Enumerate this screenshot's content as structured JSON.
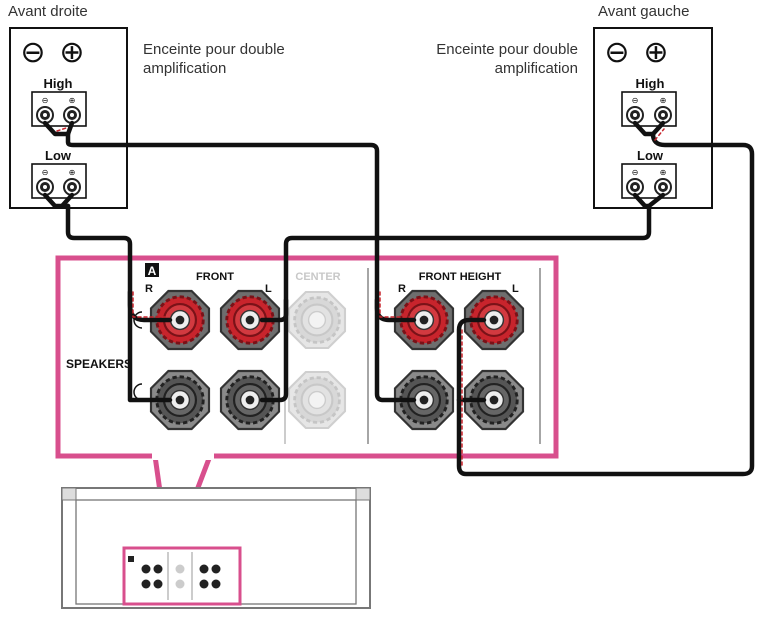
{
  "labels": {
    "front_right": "Avant droite",
    "front_left": "Avant gauche",
    "bi_amp_right_line1": "Enceinte pour double",
    "bi_amp_right_line2": "amplification",
    "bi_amp_left_line1": "Enceinte pour double",
    "bi_amp_left_line2": "amplification"
  },
  "speaker": {
    "minus_symbol": "⊖",
    "plus_symbol": "⊕",
    "high": "High",
    "low": "Low",
    "term_minus": "⊖",
    "term_plus": "⊕"
  },
  "panel": {
    "badge": "A",
    "front": "FRONT",
    "center": "CENTER",
    "front_height": "FRONT HEIGHT",
    "r": "R",
    "l": "L",
    "speakers": "SPEAKERS"
  },
  "colors": {
    "accent": "#d84f8d",
    "terminal_red": "#c8242c",
    "terminal_gray": "#5a5a5a",
    "cable": "#111111",
    "cable_dots": "#c8242c"
  }
}
